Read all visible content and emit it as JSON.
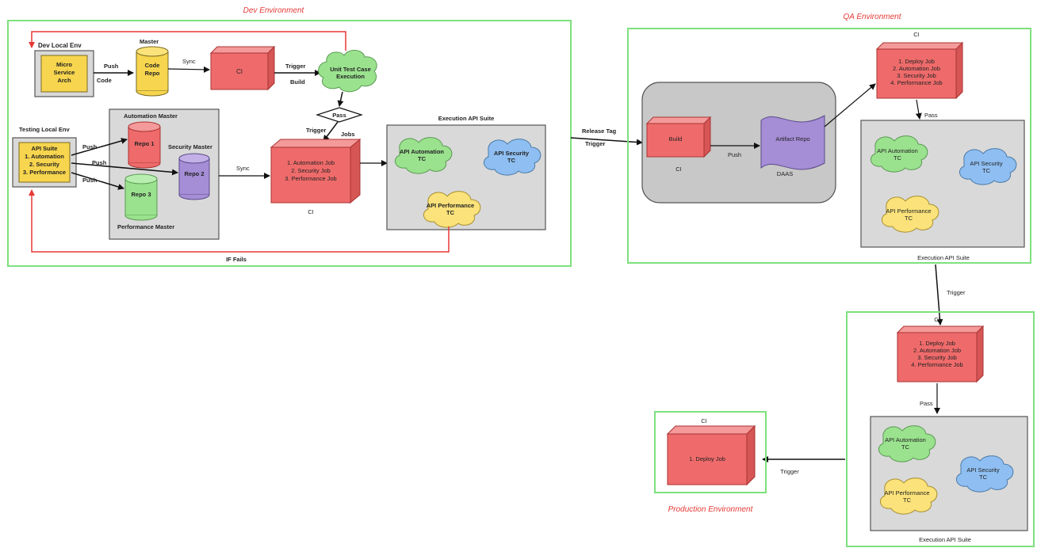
{
  "colors": {
    "env_border": "#7ee07e",
    "red_box": "#ef6b6b",
    "yellow_box": "#f7d54e",
    "green_cloud": "#9be28f",
    "blue_cloud": "#8fbff2",
    "yellow_cloud": "#fbe27a",
    "purple": "#a58ed6",
    "gray_panel": "#d9d9d9",
    "accent_red": "#e53935"
  },
  "dev": {
    "title": "Dev Environment",
    "dev_local_env": "Dev Local Env",
    "micro": [
      "Micro",
      "Service",
      "Arch"
    ],
    "master_label": "Master",
    "code_repo": [
      "Code",
      "Repo"
    ],
    "push": "Push",
    "code": "Code",
    "sync1": "Sync",
    "ci_top": "CI",
    "trigger1": "Trigger",
    "build": "Build",
    "unit_test": [
      "Unit Test Case",
      "Execution"
    ],
    "pass": "Pass",
    "trigger2": "Trigger",
    "jobs": "Jobs",
    "testing_local_env": "Testing Local Env",
    "api_suite": [
      "API Suite",
      "1. Automation",
      "2. Security",
      "3. Performance"
    ],
    "push_a": "Push",
    "push_b": "Push",
    "push_c": "Push",
    "automation_master": "Automation Master",
    "security_master": "Security Master",
    "performance_master": "Performance Master",
    "repo1": "Repo 1",
    "repo2": "Repo 2",
    "repo3": "Repo 3",
    "sync2": "Sync",
    "ci_jobs": [
      "1. Automation Job",
      "2. Security Job",
      "3. Performance Job"
    ],
    "ci_label": "CI",
    "exec_suite": "Execution API Suite",
    "api_automation": [
      "API Automation",
      "TC"
    ],
    "api_security": [
      "API Security",
      "TC"
    ],
    "api_performance": [
      "API Performance",
      "TC"
    ],
    "if_fails": "IF Fails"
  },
  "link": {
    "release_tag": "Release Tag",
    "trigger": "Trigger"
  },
  "qa": {
    "title": "QA Environment",
    "ci_label": "CI",
    "ci_jobs": [
      "1. Deploy Job",
      "2. Automation Job",
      "3. Security Job",
      "4. Performance Job"
    ],
    "pass": "Pass",
    "build": "Build",
    "artifact": "Artifact Repo",
    "push": "Push",
    "ci_small": "CI",
    "daas": "DAAS",
    "api_automation": [
      "API Automation",
      "TC"
    ],
    "api_security": [
      "API Security",
      "TC"
    ],
    "api_performance": [
      "API Performance",
      "TC"
    ],
    "exec_suite": "Execution API Suite",
    "trigger": "Trigger"
  },
  "perf_env": {
    "ci_label": "CI",
    "ci_jobs": [
      "1. Deploy Job",
      "2. Automation Job",
      "3. Security Job",
      "4. Performance Job"
    ],
    "pass": "Pass",
    "api_automation": [
      "API Automation",
      "TC"
    ],
    "api_security": [
      "API Security",
      "TC"
    ],
    "api_performance": [
      "API Performance",
      "TC"
    ],
    "exec_suite": "Execution API Suite",
    "trigger": "Trigger"
  },
  "prod": {
    "title": "Production Environment",
    "ci_label": "CI",
    "deploy_job": "1. Deploy Job"
  }
}
